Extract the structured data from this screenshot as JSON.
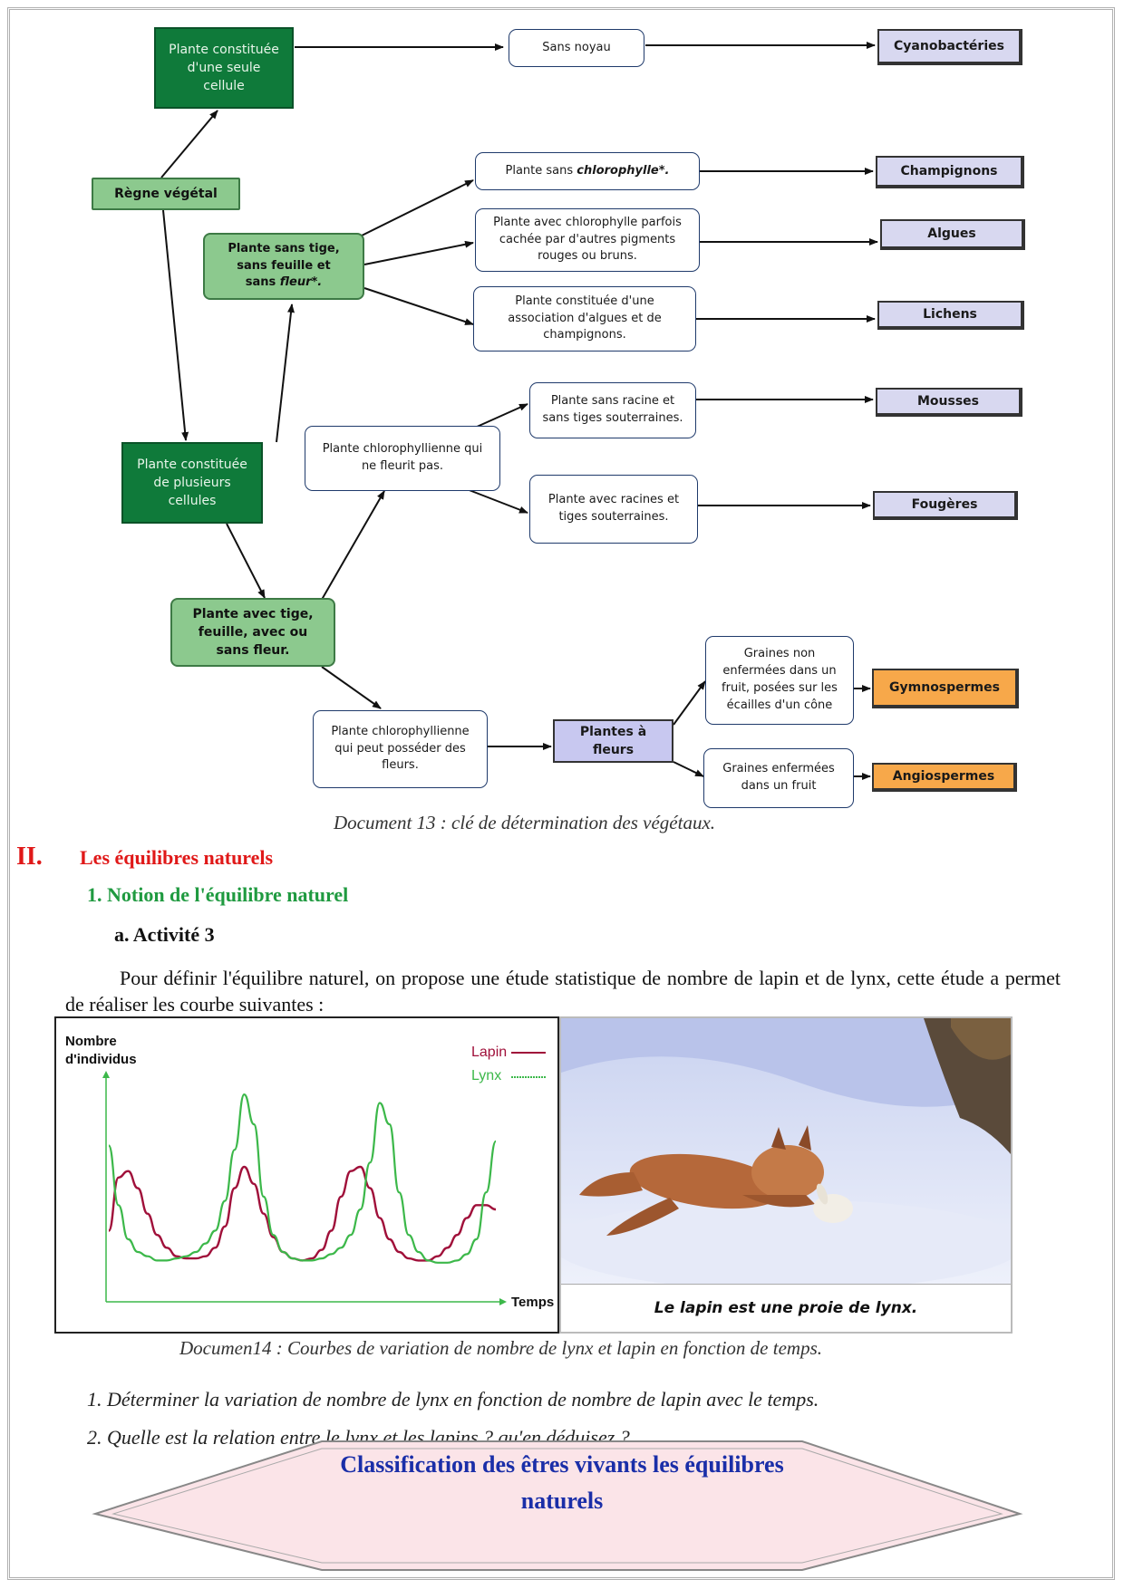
{
  "diagram": {
    "regne": "Règne végétal",
    "unicell": "Plante constituée d'une seule cellule",
    "sans_noyau": "Sans noyau",
    "cyano": "Cyanobactéries",
    "multicell": "Plante constituée de plusieurs cellules",
    "sans_tige": [
      "Plante sans tige,",
      "sans feuille et",
      "sans "
    ],
    "sans_tige_fleur": "fleur*.",
    "sans_chloro_prefix": "Plante sans ",
    "sans_chloro_word": "chlorophylle*.",
    "avec_chloro": "Plante avec chlorophylle parfois cachée par d'autres pigments rouges ou bruns.",
    "association": "Plante constituée d'une association d'algues et de champignons.",
    "champignons": "Champignons",
    "algues": "Algues",
    "lichens": "Lichens",
    "avec_tige": "Plante avec tige, feuille, avec ou sans fleur.",
    "ne_fleurit": "Plante chlorophyllienne qui ne fleurit pas.",
    "sans_racine": "Plante sans racine et sans tiges souterraines.",
    "avec_racines": "Plante avec racines et tiges souterraines.",
    "mousses": "Mousses",
    "fougeres": "Fougères",
    "peut_fleurs": "Plante chlorophyllienne qui peut posséder des fleurs.",
    "plantes_fleurs": "Plantes à fleurs",
    "graines_non": "Graines non enfermées dans un fruit, posées sur les écailles d'un cône",
    "graines_enf": "Graines enfermées dans un fruit",
    "gymno": "Gymnospermes",
    "angio": "Angiospermes"
  },
  "caption13": "Document 13 : clé de détermination des végétaux.",
  "section": {
    "numeral": "II.",
    "title": "Les équilibres naturels",
    "sub": "1.   Notion de l'équilibre naturel",
    "activity": "a.   Activité 3"
  },
  "paragraph": "Pour définir l'équilibre naturel, on propose une étude statistique de nombre de lapin et de lynx, cette étude a permet de réaliser les courbe suivantes :",
  "chart_data": {
    "type": "line",
    "ylabel": "Nombre d'individus",
    "xlabel": "Temps",
    "x": [
      0,
      1,
      2,
      3,
      4,
      5,
      6,
      7,
      8,
      9,
      10,
      11,
      12,
      13,
      14,
      15,
      16,
      17,
      18,
      19,
      20,
      21,
      22,
      23,
      24,
      25,
      26,
      27,
      28,
      29,
      30,
      31,
      32,
      33,
      34,
      35,
      36,
      37,
      38,
      39,
      40
    ],
    "series": [
      {
        "name": "Lapin",
        "color": "#a0103a",
        "values": [
          30,
          55,
          58,
          50,
          38,
          28,
          22,
          18,
          17,
          17,
          18,
          22,
          32,
          50,
          60,
          52,
          38,
          27,
          20,
          17,
          16,
          17,
          21,
          30,
          46,
          58,
          60,
          50,
          36,
          26,
          20,
          17,
          16,
          16,
          18,
          22,
          28,
          36,
          42,
          42,
          40
        ]
      },
      {
        "name": "Lynx",
        "color": "#3cb84a",
        "values": [
          70,
          42,
          26,
          20,
          18,
          16,
          16,
          17,
          18,
          20,
          24,
          30,
          44,
          68,
          94,
          80,
          46,
          28,
          20,
          17,
          16,
          16,
          17,
          19,
          22,
          28,
          40,
          62,
          90,
          80,
          48,
          28,
          20,
          16,
          15,
          15,
          16,
          19,
          26,
          48,
          72
        ]
      }
    ]
  },
  "photo_caption": "Le lapin est une proie de lynx.",
  "caption14": "Documen14 : Courbes de variation de nombre de lynx et lapin en fonction de temps.",
  "questions": [
    "1.   Déterminer la variation de nombre de lynx en fonction de nombre de lapin avec le temps.",
    "2.   Quelle est la relation entre le lynx et les lapins ? qu'en déduisez ?"
  ],
  "footer": {
    "line1": "Classification des êtres vivants les équilibres",
    "line2": "naturels",
    "bg": "#fbe4e8"
  }
}
